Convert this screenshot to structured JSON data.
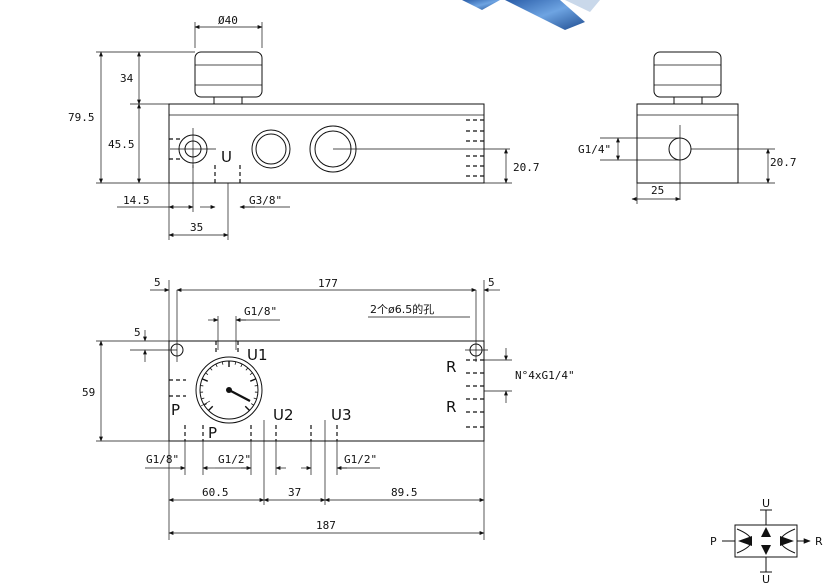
{
  "front_view": {
    "dia_top": "Ø40",
    "dim_34": "34",
    "dim_79_5": "79.5",
    "dim_45_5": "45.5",
    "dim_14_5": "14.5",
    "dim_35": "35",
    "port_u": "U",
    "port_g38": "G3/8\"",
    "dim_20_7": "20.7"
  },
  "side_view": {
    "port_g14": "G1/4\"",
    "dim_20_7": "20.7",
    "dim_25": "25"
  },
  "bottom_view": {
    "dim_5_left": "5",
    "dim_177": "177",
    "dim_5_right": "5",
    "g18_top": "G1/8\"",
    "holes_note": "2个ø6.5的孔",
    "dim_5_vert": "5",
    "u1": "U1",
    "dim_59": "59",
    "r_top": "R",
    "ports_note": "N°4xG1/4\"",
    "r_bottom": "R",
    "p_left": "P",
    "p_gauge": "P",
    "u2": "U2",
    "u3": "U3",
    "g18_bottom": "G1/8\"",
    "g12_left": "G1/2\"",
    "g12_right": "G1/2\"",
    "dim_60_5": "60.5",
    "dim_37": "37",
    "dim_89_5": "89.5",
    "dim_187": "187"
  },
  "symbol": {
    "u_top": "U",
    "p": "P",
    "r": "R",
    "u_bottom": "U"
  }
}
